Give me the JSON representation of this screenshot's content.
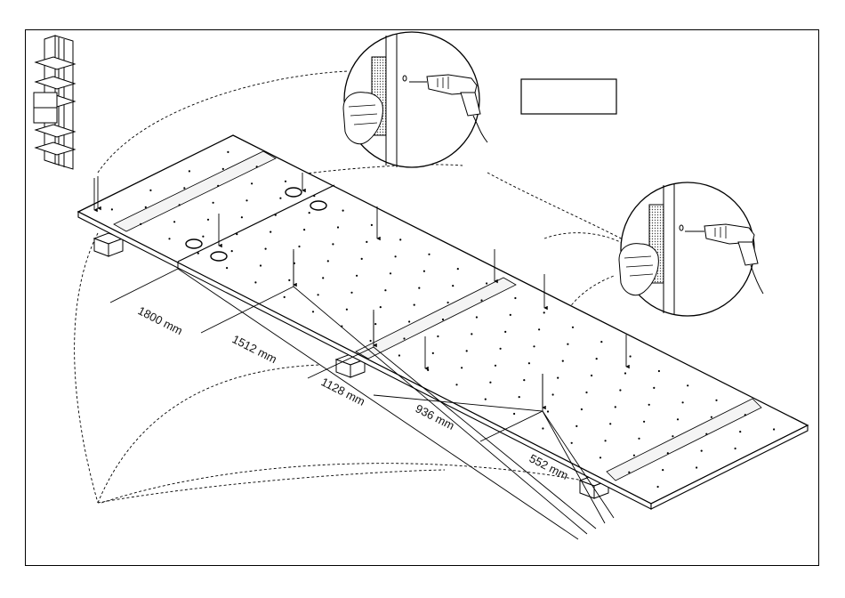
{
  "diagram": {
    "type": "assembly-instruction",
    "dimensions": [
      {
        "id": "d1800",
        "label": "1800 mm"
      },
      {
        "id": "d1512",
        "label": "1512 mm"
      },
      {
        "id": "d1128",
        "label": "1128 mm"
      },
      {
        "id": "d936",
        "label": "936 mm"
      },
      {
        "id": "d552",
        "label": "552 mm"
      }
    ],
    "label_box_text": "",
    "colors": {
      "line": "#000000",
      "hatch": "#444444",
      "background": "#ffffff"
    },
    "icons": [
      "shelf-unit-thumbnail-icon",
      "drill-detail-icon",
      "hand-icon",
      "power-drill-icon",
      "wooden-block-icon"
    ]
  }
}
